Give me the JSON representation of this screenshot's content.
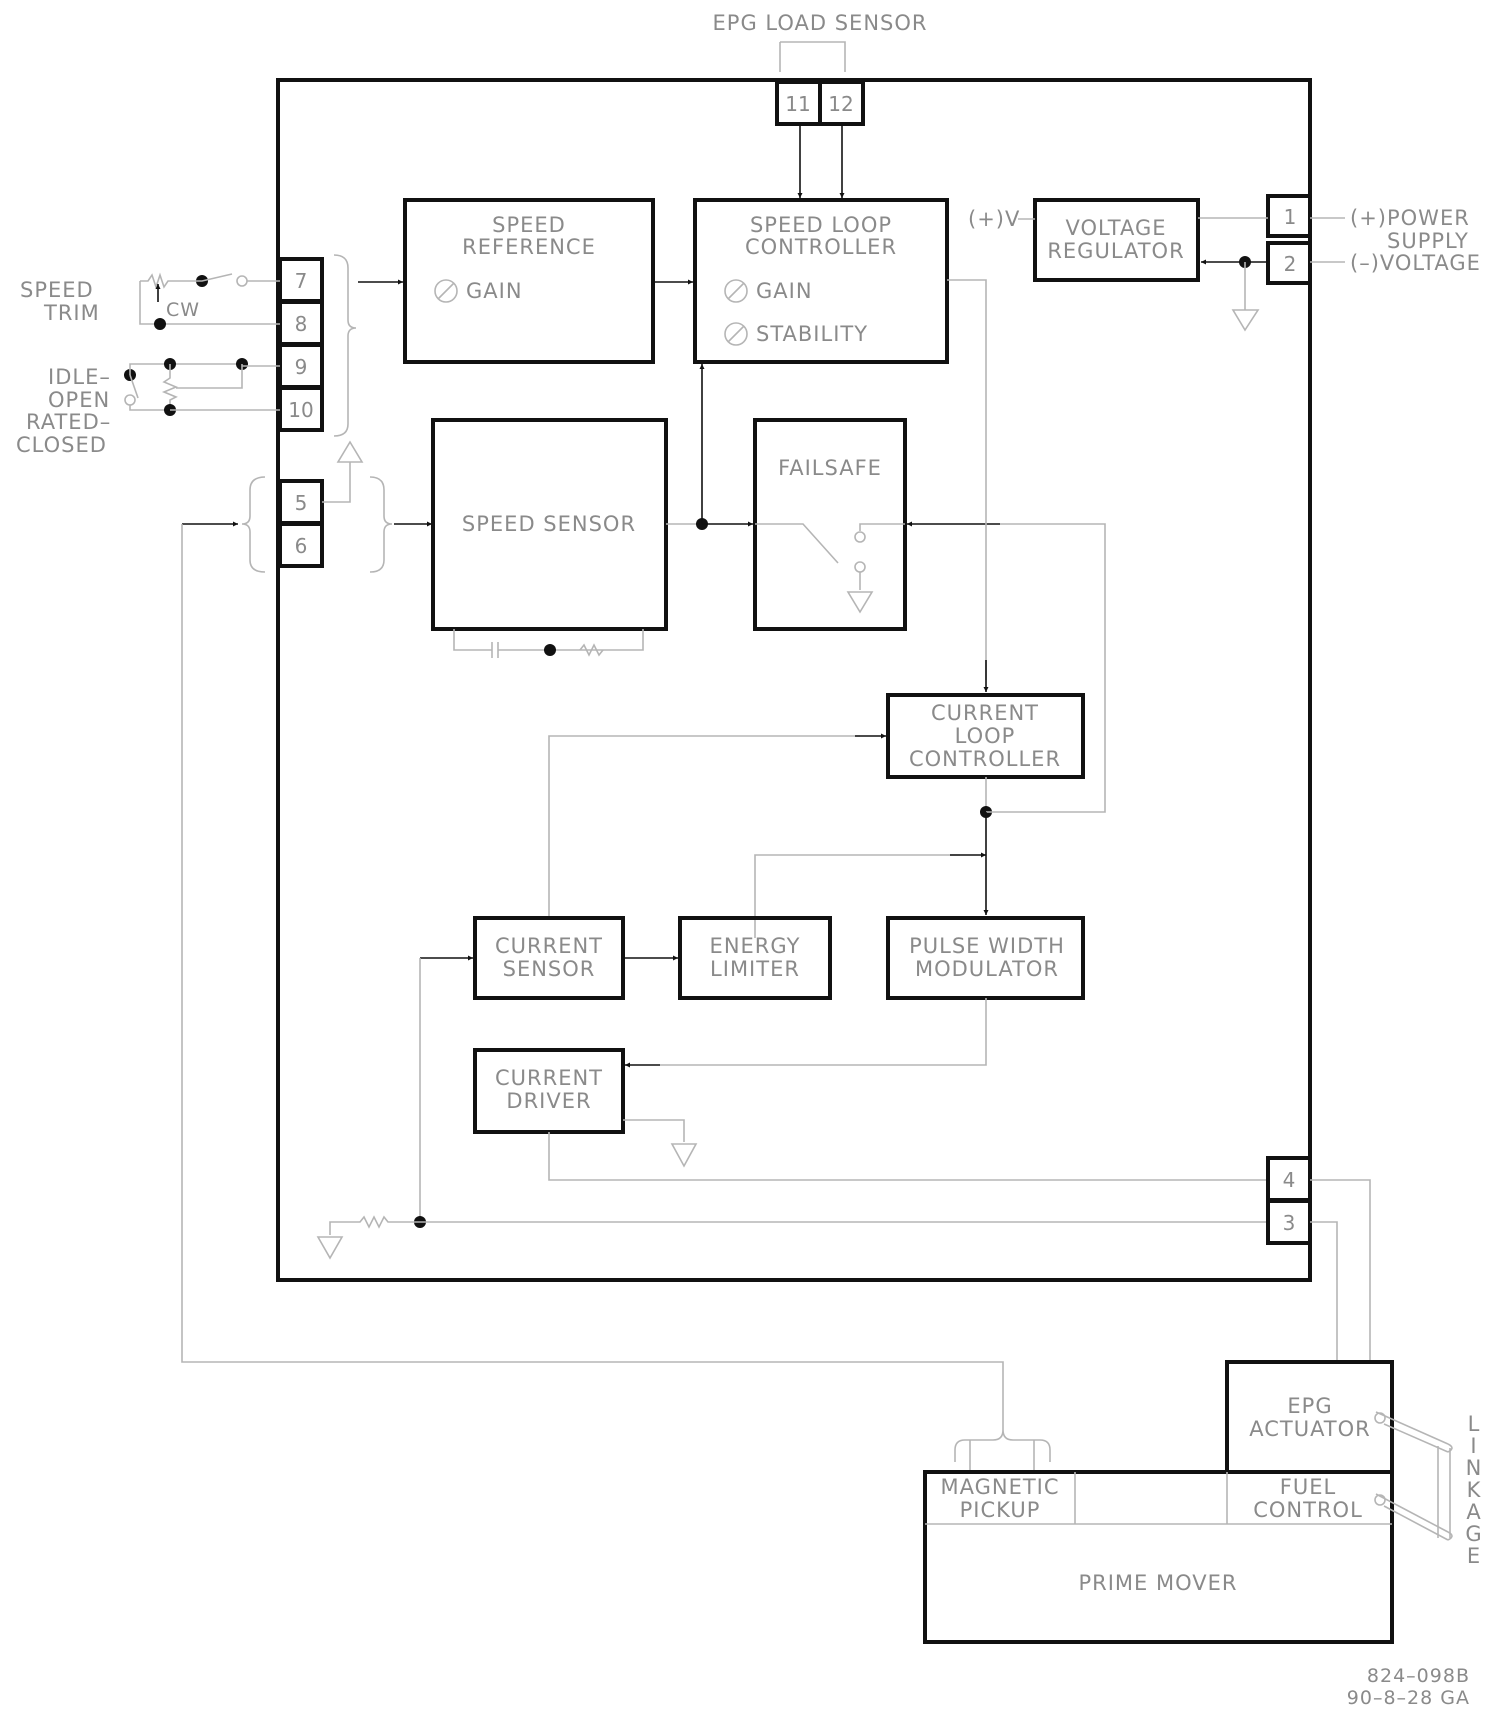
{
  "diagram": {
    "title": "EPG LOAD SENSOR",
    "terminals": {
      "t1": "1",
      "t2": "2",
      "t3": "3",
      "t4": "4",
      "t5": "5",
      "t6": "6",
      "t7": "7",
      "t8": "8",
      "t9": "9",
      "t10": "10",
      "t11": "11",
      "t12": "12"
    },
    "blocks": {
      "speed_reference": [
        "SPEED",
        "REFERENCE"
      ],
      "speed_reference_gain": "GAIN",
      "speed_loop_controller": [
        "SPEED LOOP",
        "CONTROLLER"
      ],
      "slc_gain": "GAIN",
      "slc_stability": "STABILITY",
      "voltage_regulator": [
        "VOLTAGE",
        "REGULATOR"
      ],
      "speed_sensor": "SPEED SENSOR",
      "failsafe": "FAILSAFE",
      "current_loop_controller": [
        "CURRENT",
        "LOOP",
        "CONTROLLER"
      ],
      "current_sensor": [
        "CURRENT",
        "SENSOR"
      ],
      "energy_limiter": [
        "ENERGY",
        "LIMITER"
      ],
      "pulse_width_modulator": [
        "PULSE WIDTH",
        "MODULATOR"
      ],
      "current_driver": [
        "CURRENT",
        "DRIVER"
      ],
      "epg_actuator": [
        "EPG",
        "ACTUATOR"
      ],
      "magnetic_pickup": [
        "MAGNETIC",
        "PICKUP"
      ],
      "fuel_control": [
        "FUEL",
        "CONTROL"
      ],
      "prime_mover": "PRIME MOVER"
    },
    "labels": {
      "speed_trim": [
        "SPEED",
        "TRIM"
      ],
      "cw": "CW",
      "idle_open": [
        "IDLE–",
        "OPEN"
      ],
      "rated_closed": [
        "RATED–",
        "CLOSED"
      ],
      "plus_v": "(+)V",
      "power_supply": [
        "(+)POWER",
        "SUPPLY",
        "(–)VOLTAGE"
      ],
      "linkage": [
        "L",
        "I",
        "N",
        "K",
        "A",
        "G",
        "E"
      ],
      "drawing_number": "824–098B",
      "drawing_date": "90–8–28  GA"
    }
  }
}
